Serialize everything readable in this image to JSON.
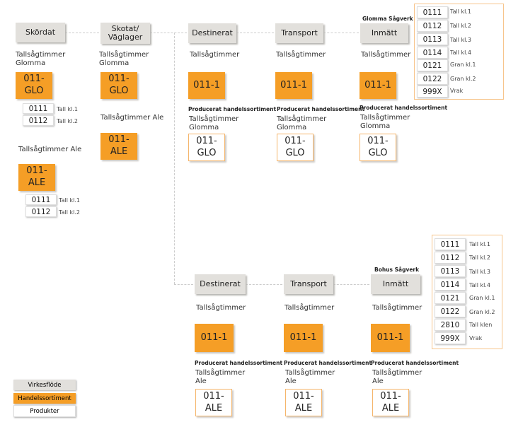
{
  "top": {
    "harvest": {
      "label": "Skördat",
      "glomma": {
        "name": "Tallsågtimmer Glomma",
        "code": "011-GLO",
        "items": [
          {
            "code": "0111",
            "label": "Tall kl.1"
          },
          {
            "code": "0112",
            "label": "Tall kl.2"
          }
        ]
      },
      "ale": {
        "name": "Tallsågtimmer Ale",
        "code": "011-ALE",
        "items": [
          {
            "code": "0111",
            "label": "Tall kl.1"
          },
          {
            "code": "0112",
            "label": "Tall kl.2"
          }
        ]
      }
    },
    "forwarded": {
      "label": "Skotat/ Väglager",
      "glomma": {
        "name": "Tallsågtimmer Glomma",
        "code": "011-GLO"
      },
      "ale": {
        "name": "Tallsågtimmer Ale",
        "code": "011-ALE"
      }
    },
    "stages": [
      {
        "label": "Destinerat",
        "name": "Tallsågtimmer",
        "code": "011-1",
        "produced": "Producerat handelssortiment",
        "product_name": "Tallsågtimmer Glomma",
        "product": "011-GLO"
      },
      {
        "label": "Transport",
        "name": "Tallsågtimmer",
        "code": "011-1",
        "produced": "Producerat handelssortiment",
        "product_name": "Tallsågtimmer Glomma",
        "product": "011-GLO"
      },
      {
        "label": "Inmätt",
        "mill": "Glomma Sågverk",
        "name": "Tallsågtimmer",
        "code": "011-1",
        "produced": "Producerat handelssortiment",
        "product_name": "Tallsågtimmer Glomma",
        "product": "011-GLO"
      }
    ],
    "panel": [
      {
        "code": "0111",
        "label": "Tall kl.1"
      },
      {
        "code": "0112",
        "label": "Tall kl.2"
      },
      {
        "code": "0113",
        "label": "Tall kl.3"
      },
      {
        "code": "0114",
        "label": "Tall kl.4"
      },
      {
        "code": "0121",
        "label": "Gran kl.1"
      },
      {
        "code": "0122",
        "label": "Gran kl.2"
      },
      {
        "code": "999X",
        "label": "Vrak"
      }
    ]
  },
  "bottom": {
    "stages": [
      {
        "label": "Destinerat",
        "name": "Tallsågtimmer",
        "code": "011-1",
        "produced": "Producerat handelssortiment",
        "product_name": "Tallsågtimmer Ale",
        "product": "011-ALE"
      },
      {
        "label": "Transport",
        "name": "Tallsågtimmer",
        "code": "011-1",
        "produced": "Producerat handelssortiment",
        "product_name": "Tallsågtimmer Ale",
        "product": "011-ALE"
      },
      {
        "label": "Inmätt",
        "mill": "Bohus Sågverk",
        "name": "Tallsågtimmer",
        "code": "011-1",
        "produced": "Producerat handelssortiment",
        "product_name": "Tallsågtimmer Ale",
        "product": "011-ALE"
      }
    ],
    "panel": [
      {
        "code": "0111",
        "label": "Tall kl.1"
      },
      {
        "code": "0112",
        "label": "Tall kl.2"
      },
      {
        "code": "0113",
        "label": "Tall kl.3"
      },
      {
        "code": "0114",
        "label": "Tall kl.4"
      },
      {
        "code": "0121",
        "label": "Gran kl.1"
      },
      {
        "code": "0122",
        "label": "Gran kl.2"
      },
      {
        "code": "2810",
        "label": "Tall klen"
      },
      {
        "code": "999X",
        "label": "Vrak"
      }
    ]
  },
  "legend": {
    "flow": "Virkesflöde",
    "assortment": "Handelssortiment",
    "products": "Produkter",
    "colors": {
      "flow": "#e2e0dc",
      "assortment": "#f59e26",
      "products": "#ffffff"
    }
  }
}
